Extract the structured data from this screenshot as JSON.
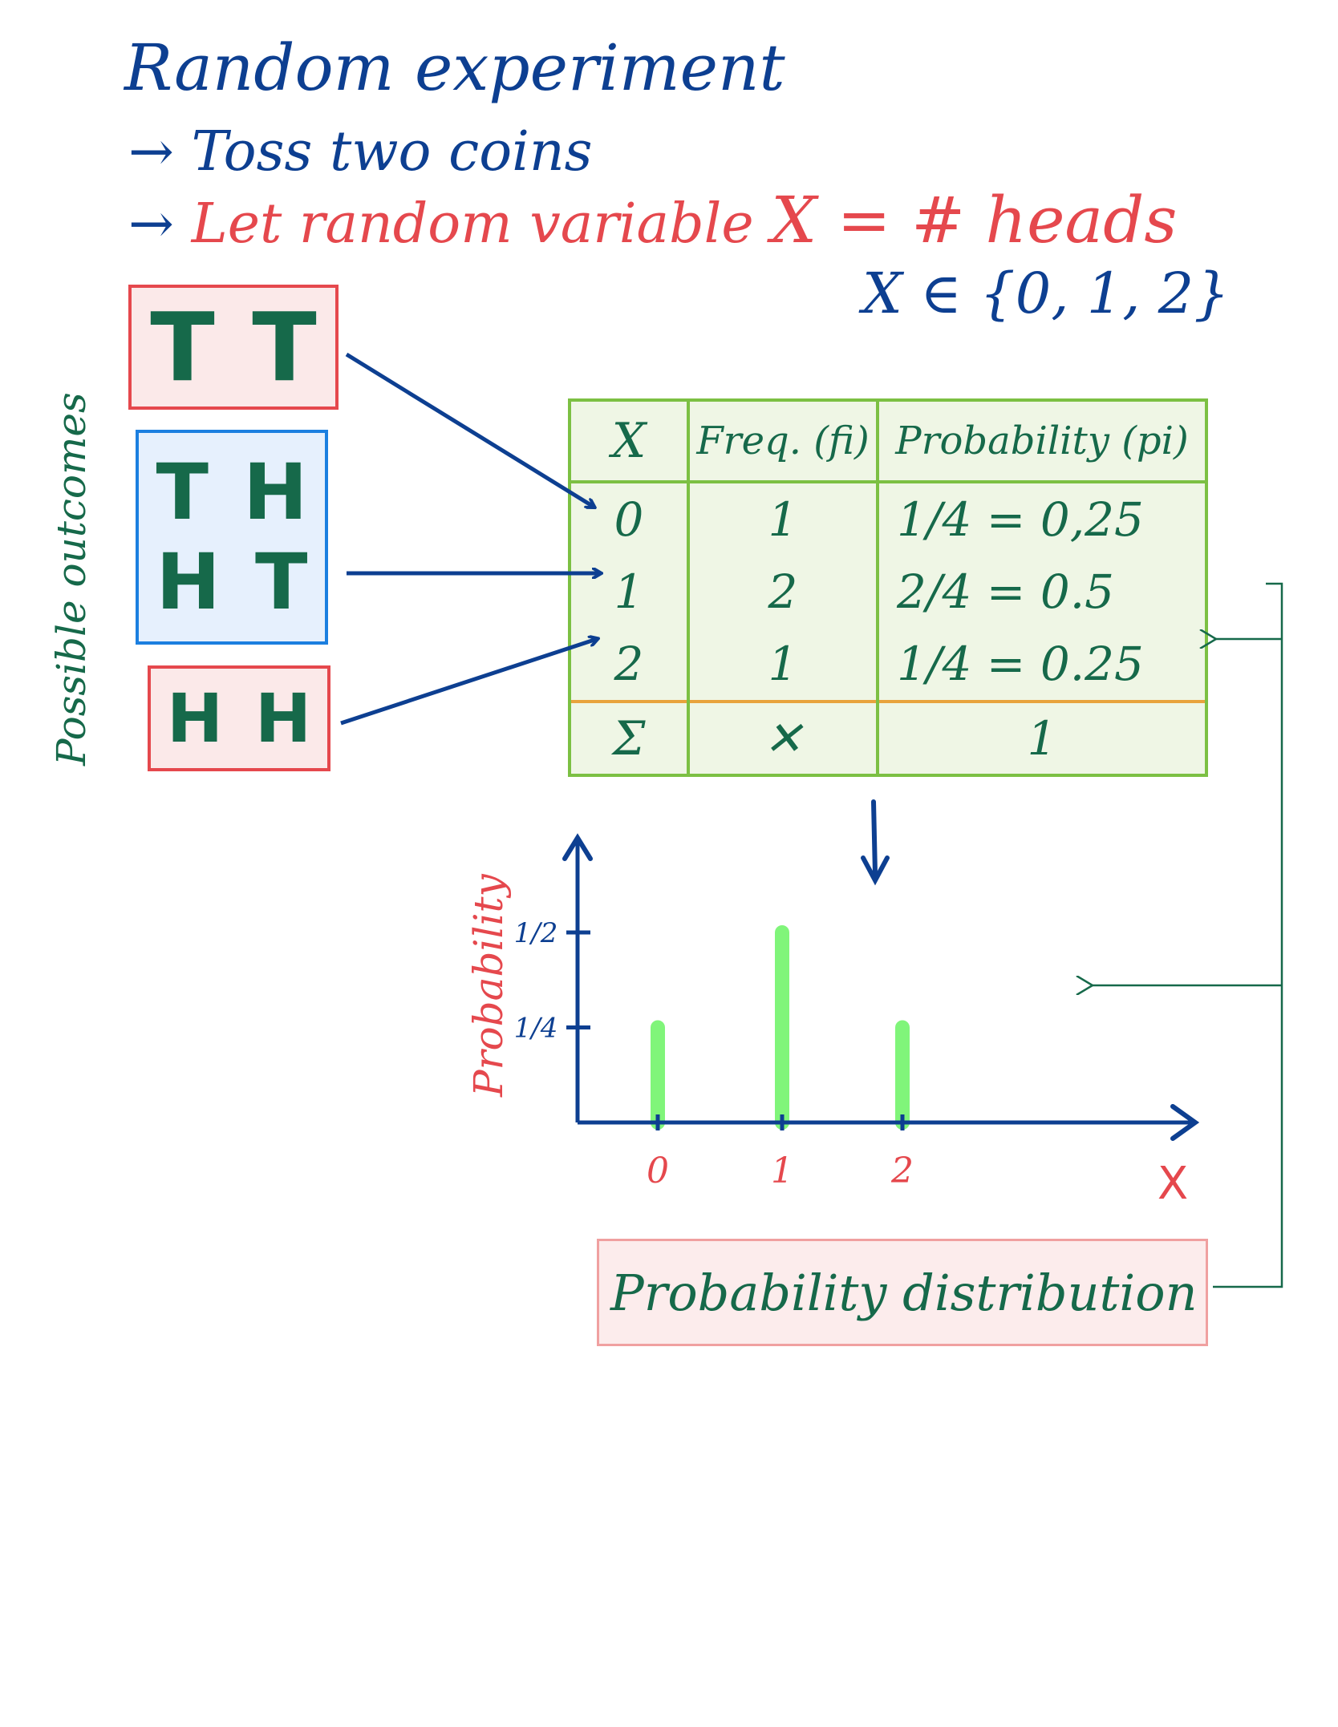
{
  "title": "Random experiment",
  "steps": [
    "Toss two coins",
    "Let random variable",
    "X = # heads"
  ],
  "set_notation": "X ∈ {0, 1, 2}",
  "side_label": "Possible outcomes",
  "outcomes": {
    "tt": [
      "T",
      "T"
    ],
    "mixed": [
      [
        "T",
        "H"
      ],
      [
        "H",
        "T"
      ]
    ],
    "hh": [
      "H",
      "H"
    ]
  },
  "table": {
    "headers": [
      "X",
      "Freq. (fi)",
      "Probability (pi)"
    ],
    "rows": [
      {
        "x": "0",
        "freq": "1",
        "prob": "1/4 = 0,25"
      },
      {
        "x": "1",
        "freq": "2",
        "prob": "2/4 = 0.5"
      },
      {
        "x": "2",
        "freq": "1",
        "prob": "1/4 = 0.25"
      }
    ],
    "sum": {
      "x": "Σ",
      "freq": "✕",
      "prob": "1"
    }
  },
  "chart_data": {
    "type": "bar",
    "categories": [
      "0",
      "1",
      "2"
    ],
    "values": [
      0.25,
      0.5,
      0.25
    ],
    "ylabel": "Probability",
    "xlabel": "X",
    "yticks": [
      "1/4",
      "1/2"
    ],
    "ylim": [
      0,
      0.5
    ],
    "bar_color": "#80f57a"
  },
  "distribution_label": "Probability distribution",
  "colors": {
    "blue": "#0d3f91",
    "red": "#e5484d",
    "green": "#16694a",
    "table_border": "#7cc043",
    "sum_line": "#e8a33c"
  }
}
